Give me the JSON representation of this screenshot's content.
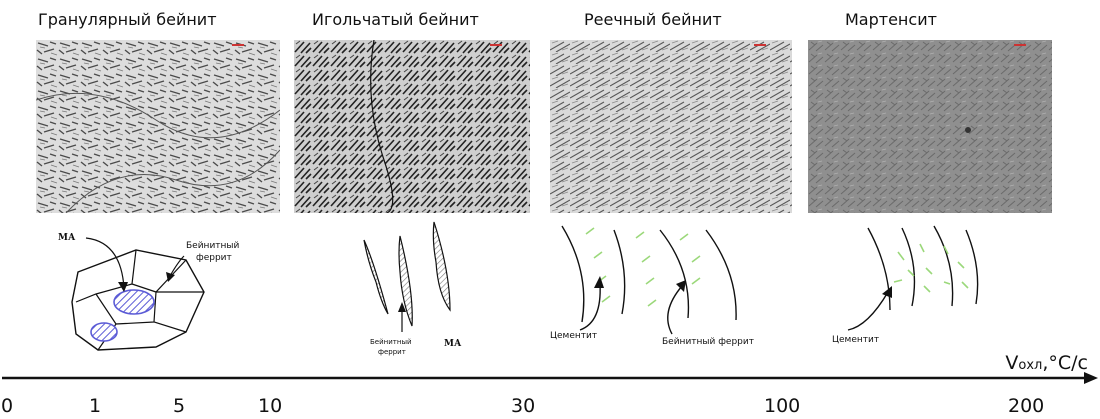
{
  "panels": [
    {
      "title": "Гранулярный бейнит",
      "labels": {
        "ma": "МА",
        "ferrite_line1": "Бейнитный",
        "ferrite_line2": "феррит"
      }
    },
    {
      "title": "Игольчатый бейнит",
      "labels": {
        "ferrite_line1": "Бейнитный",
        "ferrite_line2": "феррит",
        "ma": "МА"
      }
    },
    {
      "title": "Реечный бейнит",
      "labels": {
        "cementite": "Цементит",
        "ferrite": "Бейнитный феррит"
      }
    },
    {
      "title": "Мартенсит",
      "labels": {
        "cementite": "Цементит"
      }
    }
  ],
  "axis": {
    "label_main": "V",
    "label_sub": "охл",
    "label_unit": ",°C/c",
    "ticks": [
      "0",
      "1",
      "5",
      "10",
      "30",
      "100",
      "200"
    ]
  },
  "colors": {
    "ma_hatch": "#5b5bd6",
    "cementite": "#9bd87a"
  }
}
